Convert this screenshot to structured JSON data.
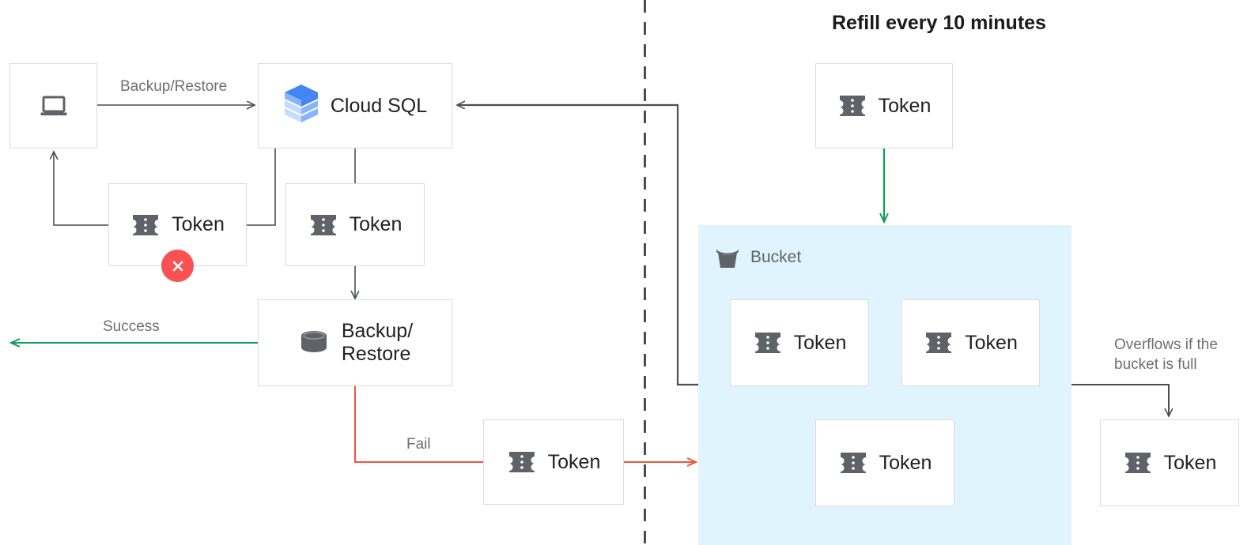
{
  "diagram": {
    "title": "Refill every 10 minutes",
    "colors": {
      "box_border": "#dadce0",
      "arrow_dark": "#4a4d52",
      "arrow_green": "#0f9d58",
      "arrow_red": "#f4543c",
      "bucket_fill": "#e0f4fd",
      "fail_badge": "#fa5252",
      "label_gray": "#6d6f73",
      "icon_gray": "#5f6368",
      "cloudsql_blue_dark": "#4285f4",
      "cloudsql_blue_mid": "#8ab4f8",
      "cloudsql_blue_light": "#c6dafc"
    },
    "nodes": {
      "client": {
        "label": "",
        "icon": "laptop-icon"
      },
      "cloud_sql": {
        "label": "Cloud SQL",
        "icon": "cloud-sql-icon"
      },
      "token_failed": {
        "label": "Token",
        "icon": "token-icon",
        "badge": "x-mark"
      },
      "token_consumed": {
        "label": "Token",
        "icon": "token-icon"
      },
      "backup_restore": {
        "label": "Backup/\nRestore",
        "icon": "database-icon"
      },
      "token_fail_return": {
        "label": "Token",
        "icon": "token-icon"
      },
      "token_refill": {
        "label": "Token",
        "icon": "token-icon"
      },
      "bucket": {
        "label": "Bucket",
        "icon": "bucket-icon"
      },
      "bucket_token_1": {
        "label": "Token",
        "icon": "token-icon"
      },
      "bucket_token_2": {
        "label": "Token",
        "icon": "token-icon"
      },
      "bucket_token_3": {
        "label": "Token",
        "icon": "token-icon"
      },
      "token_overflow": {
        "label": "Token",
        "icon": "token-icon"
      }
    },
    "edge_labels": {
      "backup_restore": "Backup/Restore",
      "success": "Success",
      "fail": "Fail",
      "overflow_line1": "Overflows if the",
      "overflow_line2": "bucket is full"
    }
  }
}
